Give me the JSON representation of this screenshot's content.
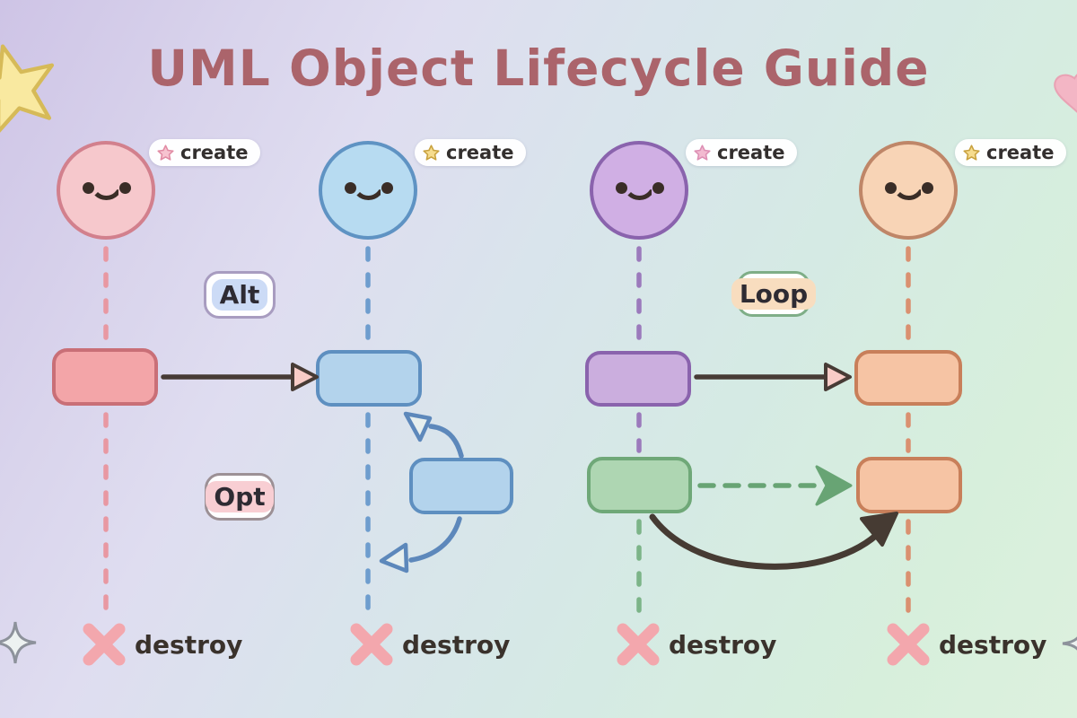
{
  "title": "UML Object Lifecycle Guide",
  "title_color": "#ab646b",
  "background_colors": {
    "top_left": "#cec4e6",
    "middle": "#d9e4ec",
    "bottom_right": "#ddf1de"
  },
  "fragments": {
    "alt": {
      "label": "Alt",
      "border": "#a89cc0",
      "highlight": "#ccdbf6"
    },
    "opt": {
      "label": "Opt",
      "border": "#9c9095",
      "highlight": "#f8ced3"
    },
    "loop": {
      "label": "Loop",
      "border": "#7fae87",
      "highlight": "#f8ddbf"
    }
  },
  "lifelines": [
    {
      "id": "pink",
      "create_label": "create",
      "destroy_label": "destroy",
      "head_fill": "#f6c8cc",
      "head_border": "#d2808d",
      "line_color": "#e898a2",
      "box_fill": "#f3a5a8",
      "star_color": "#f7c3d0"
    },
    {
      "id": "blue",
      "create_label": "create",
      "destroy_label": "destroy",
      "head_fill": "#b7dbf1",
      "head_border": "#5f93c3",
      "line_color": "#6e9dce",
      "box_fill": "#b3d3ec",
      "star_color": "#f6dc8e"
    },
    {
      "id": "purple",
      "create_label": "create",
      "destroy_label": "destroy",
      "head_fill": "#d0afe4",
      "head_border": "#8a63ad",
      "line_color": "#9b7abc",
      "line_color_lower": "#7cb488",
      "box_fill": "#cbaede",
      "star_color": "#f2bad0"
    },
    {
      "id": "orange",
      "create_label": "create",
      "destroy_label": "destroy",
      "head_fill": "#f8d4b6",
      "head_border": "#bf8668",
      "line_color": "#da9070",
      "box_fill": "#f6c4a4",
      "star_color": "#f6dc8e"
    }
  ],
  "extra_boxes": {
    "blue_self_call_fill": "#b3d0ec",
    "green_fill": "#aed6b2"
  },
  "arrow_colors": {
    "solid": "#473b35",
    "solid_head_fill": "#f8ccc7",
    "blue_curve": "#5d88bb",
    "green_dashed": "#68a474"
  },
  "destroy_x_color": "#f3a7ad",
  "icon_names": {
    "create_icon": "star-icon",
    "destroy_icon": "x-icon",
    "corner_decorations": [
      "star-decoration",
      "sparkle-decoration",
      "heart-decoration",
      "sparkle-decoration"
    ]
  }
}
